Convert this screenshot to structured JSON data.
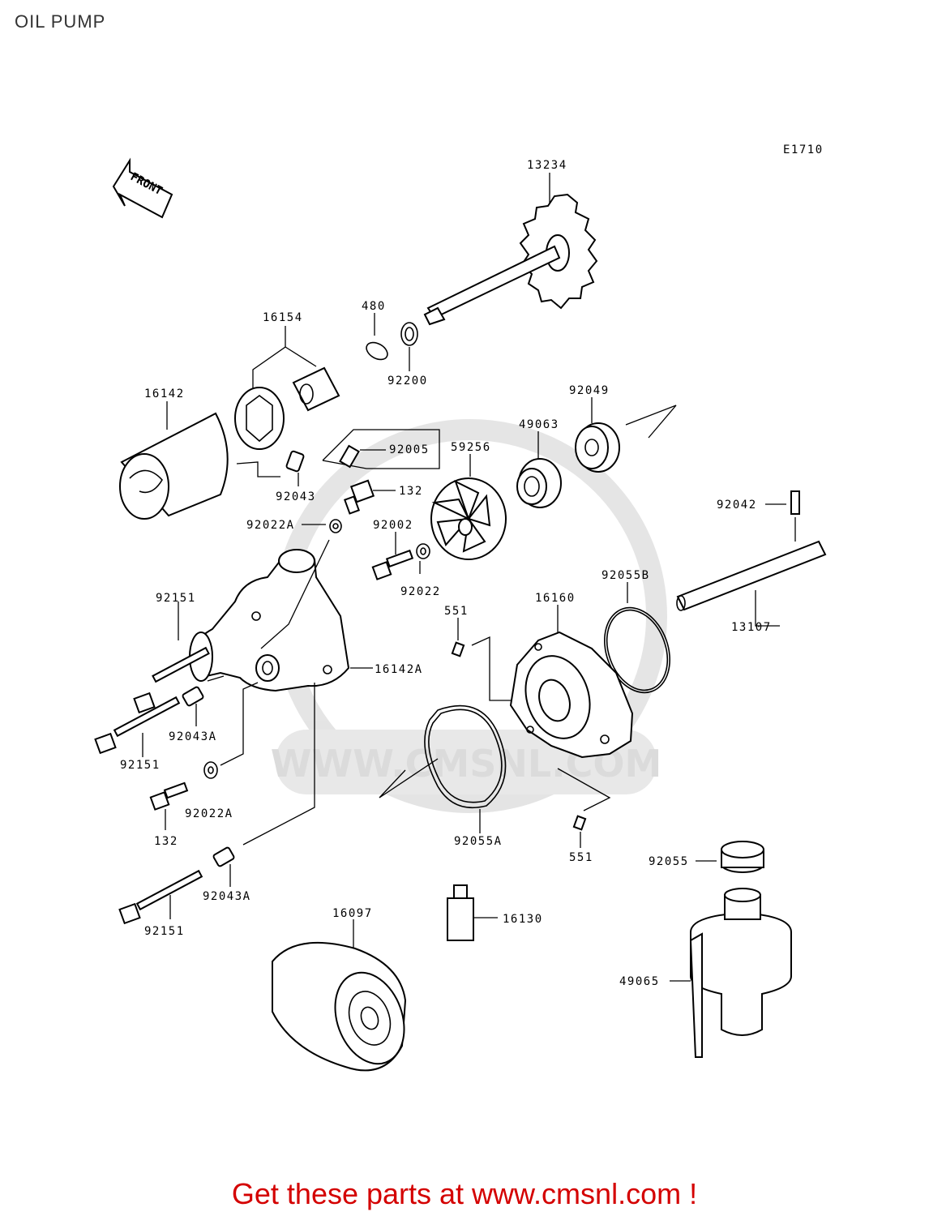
{
  "header": {
    "title": "OIL PUMP"
  },
  "diagram": {
    "code": "E1710",
    "front_arrow_label": "FRONT",
    "watermark_text": "WWW.CMSNL.COM",
    "parts": {
      "p13234": "13234",
      "p480": "480",
      "p92200": "92200",
      "p16154": "16154",
      "p16142": "16142",
      "p92005": "92005",
      "p92043": "92043",
      "p132a": "132",
      "p59256": "59256",
      "p49063": "49063",
      "p92049": "92049",
      "p92022A_top": "92022A",
      "p92002": "92002",
      "p92022": "92022",
      "p92042": "92042",
      "p92055B": "92055B",
      "p16160": "16160",
      "p551a": "551",
      "p13107": "13107",
      "p92151a": "92151",
      "p16142A": "16142A",
      "p92043A_a": "92043A",
      "p92151b": "92151",
      "p92022A_b": "92022A",
      "p132b": "132",
      "p92055A": "92055A",
      "p551b": "551",
      "p92055": "92055",
      "p92043A_b": "92043A",
      "p92151c": "92151",
      "p16097": "16097",
      "p16130": "16130",
      "p49065": "49065"
    }
  },
  "footer": {
    "text": "Get these parts at www.cmsnl.com !",
    "color": "#d40000"
  }
}
